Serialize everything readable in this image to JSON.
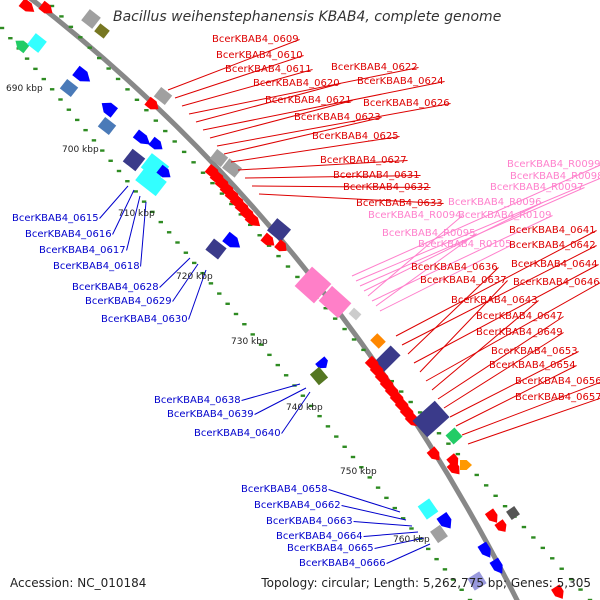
{
  "title": "Bacillus weihenstephanensis KBAB4, complete genome",
  "footer": {
    "accession": "Accession: NC_010184",
    "topology": "Topology: circular; Length: 5,262,775 bp; Genes: 5,305"
  },
  "colors": {
    "backbone": "#888888",
    "tick": "#2e8b22",
    "gene_red": "#ff0000",
    "gene_blue": "#0000ff",
    "gene_pink": "#ff7fc8",
    "gene_pink_label": "#ff80cc",
    "gene_navy": "#3a3a8a",
    "gene_cyan": "#33ffff",
    "gene_gray": "#a0a0a0",
    "label_red": "#dd0000",
    "label_blue": "#0000cc"
  },
  "kbp_labels": [
    "690 kbp",
    "700 kbp",
    "710 kbp",
    "720 kbp",
    "730 kbp",
    "740 kbp",
    "750 kbp",
    "760 kbp"
  ],
  "labels_right_red": [
    "BcerKBAB4_0609",
    "BcerKBAB4_0610",
    "BcerKBAB4_0611",
    "BcerKBAB4_0622",
    "BcerKBAB4_0620",
    "BcerKBAB4_0624",
    "BcerKBAB4_0621",
    "BcerKBAB4_0626",
    "BcerKBAB4_0623",
    "BcerKBAB4_0625",
    "BcerKBAB4_0627",
    "BcerKBAB4_0631",
    "BcerKBAB4_0632",
    "BcerKBAB4_0633"
  ],
  "labels_right_pink": [
    "BcerKBAB4_R0099",
    "BcerKBAB4_R0098",
    "BcerKBAB4_R0097",
    "BcerKBAB4_R0096",
    "BcerKBAB4_R0094",
    "BcerKBAB4_R0109",
    "BcerKBAB4_R0095",
    "BcerKBAB4_R0105"
  ],
  "labels_right_red_lower": [
    "BcerKBAB4_0641",
    "BcerKBAB4_0642",
    "BcerKBAB4_0636",
    "BcerKBAB4_0644",
    "BcerKBAB4_0637",
    "BcerKBAB4_0646",
    "BcerKBAB4_0643",
    "BcerKBAB4_0647",
    "BcerKBAB4_0649",
    "BcerKBAB4_0653",
    "BcerKBAB4_0654",
    "BcerKBAB4_0656",
    "BcerKBAB4_0657"
  ],
  "labels_left_blue": [
    "BcerKBAB4_0615",
    "BcerKBAB4_0616",
    "BcerKBAB4_0617",
    "BcerKBAB4_0618",
    "BcerKBAB4_0628",
    "BcerKBAB4_0629",
    "BcerKBAB4_0630",
    "BcerKBAB4_0638",
    "BcerKBAB4_0639",
    "BcerKBAB4_0640",
    "BcerKBAB4_0658",
    "BcerKBAB4_0662",
    "BcerKBAB4_0663",
    "BcerKBAB4_0664",
    "BcerKBAB4_0665",
    "BcerKBAB4_0666"
  ]
}
